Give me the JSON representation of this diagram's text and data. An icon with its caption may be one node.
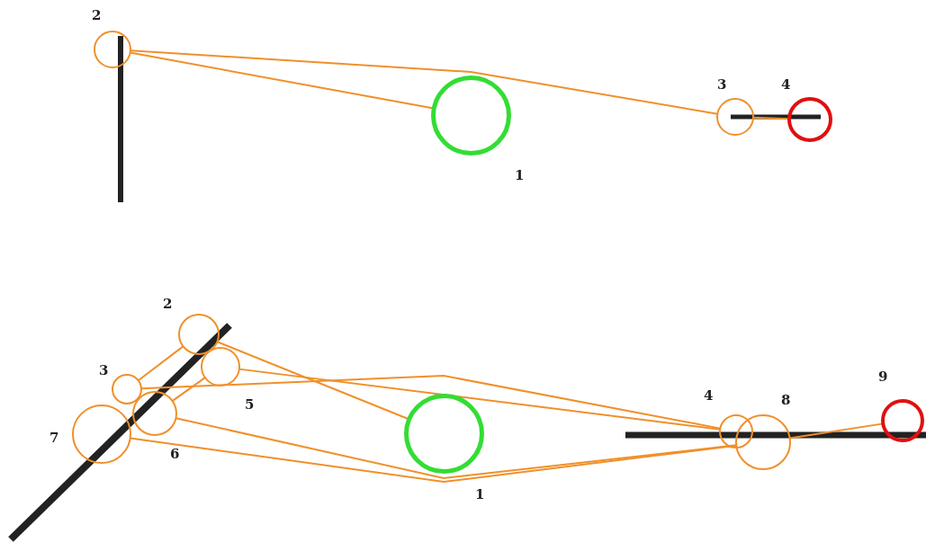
{
  "diagram": {
    "nodes": [
      {
        "text": [],
        "shape": "circle",
        "beside": [
          "2"
        ]
      },
      {
        "text": [],
        "shape": "circle",
        "beside": [
          "1"
        ]
      },
      {
        "text": [],
        "shape": "circle",
        "beside": [
          "3"
        ]
      },
      {
        "text": [],
        "shape": "circle",
        "beside": [
          "4"
        ]
      },
      {
        "text": [],
        "shape": "circle",
        "beside": [
          "2"
        ]
      },
      {
        "text": [],
        "shape": "circle",
        "beside": [
          "5"
        ]
      },
      {
        "text": [],
        "shape": "circle",
        "beside": [
          "3"
        ]
      },
      {
        "text": [],
        "shape": "circle",
        "beside": [
          "6"
        ]
      },
      {
        "text": [],
        "shape": "circle",
        "beside": [
          "7"
        ]
      },
      {
        "text": [],
        "shape": "circle",
        "beside": [
          "1"
        ]
      },
      {
        "text": [],
        "shape": "circle",
        "beside": [
          "4"
        ]
      },
      {
        "text": [],
        "shape": "circle",
        "beside": [
          "8"
        ]
      },
      {
        "text": [],
        "shape": "circle",
        "beside": [
          "9"
        ]
      }
    ],
    "edges": [
      {
        "from": 1,
        "to": 0,
        "arrow": "none"
      },
      {
        "from": 0,
        "to": 2,
        "arrow": "none"
      },
      {
        "from": 2,
        "to": 3,
        "arrow": "none"
      },
      {
        "from": 9,
        "to": 4,
        "arrow": "none"
      },
      {
        "from": 4,
        "to": 6,
        "arrow": "none"
      },
      {
        "from": 6,
        "to": 10,
        "arrow": "none"
      },
      {
        "from": 10,
        "to": 5,
        "arrow": "none"
      },
      {
        "from": 5,
        "to": 7,
        "arrow": "none"
      },
      {
        "from": 7,
        "to": 11,
        "arrow": "none"
      },
      {
        "from": 8,
        "to": 11,
        "arrow": "none"
      },
      {
        "from": 11,
        "to": 12,
        "arrow": "none"
      }
    ]
  }
}
